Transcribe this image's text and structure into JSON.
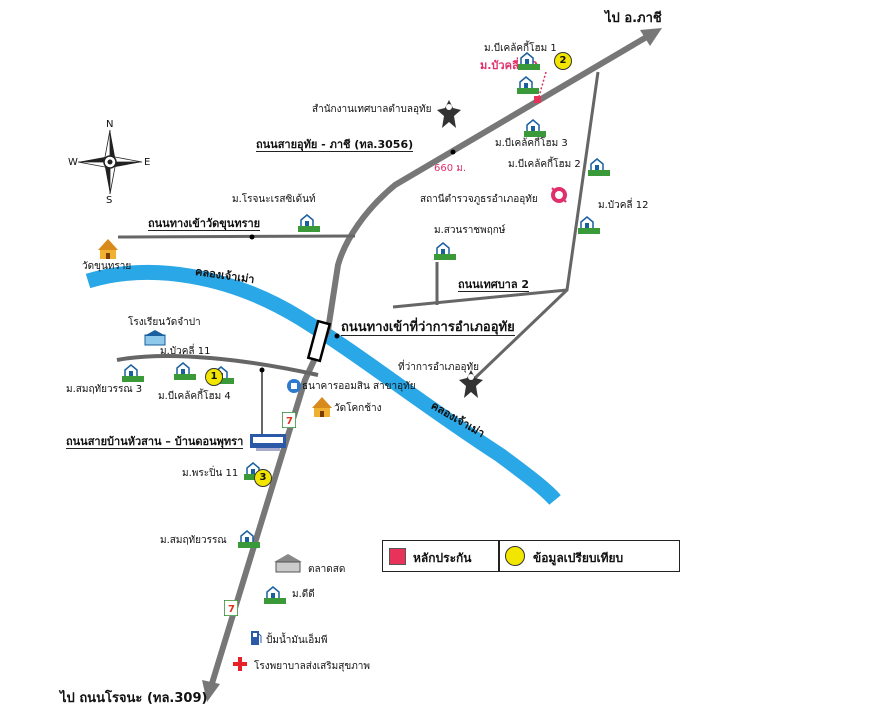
{
  "map": {
    "roads": {
      "to_phachi": "ไป อ.ภาชี",
      "to_chanon_rojana": "ไป ถนนโรจนะ (ทล.309)",
      "sai_uthai_phachi": "ถนนสายอุทัย - ภาชี (ทล.3056)",
      "wat_khun_sai": "ถนนทางเข้าวัดขุนทราย",
      "tesaban_2": "ถนนเทศบาล 2",
      "district_office_road": "ถนนทางเข้าที่ว่าการอำเภออุทัย",
      "ban_hua_san": "ถนนสายบ้านหัวสาน – บ้านดอนพุทรา"
    },
    "canal": {
      "label_left": "คลองเจ้าเม่า",
      "label_right": "คลองเจ้าเม่า"
    },
    "compass": {
      "n": "N",
      "s": "S",
      "e": "E",
      "w": "W"
    },
    "distance": "660 ม.",
    "places": {
      "b_lake_home_1": "ม.บีเคล้คกี้โฮม 1",
      "b_wat_di_10": "ม.บัวคลี่ 10",
      "tesaban_office": "สำนักงานเทศบาลตำบลอุทัย",
      "b_lake_home_3": "ม.บีเคล้คกี้โฮม 3",
      "b_lake_home_2": "ม.บีเคล้คกี้โฮม 2",
      "police": "สถานีตำรวจภูธรอำเภออุทัย",
      "b_wat_di_12": "ม.บัวคลี่ 12",
      "rojana_residence": "ม.โรจนะเรสซิเด้นท์",
      "suan_ratchaphruek": "ม.สวนราชพฤกษ์",
      "wat_khun_sai": "วัดขุนทราย",
      "school": "โรงเรียนวัดจำปา",
      "b_wat_di_11": "ม.บัวคลี่ 11",
      "samut_uthai_3": "ม.สมฤทัยวรรณ 3",
      "b_lake_home_4": "ม.บีเคล้คกี้โฮม 4",
      "gsb_bank": "ธนาคารออมสิน สาขาอุทัย",
      "wat_khok_chang": "วัดโคกช้าง",
      "district_office": "ที่ว่าการอำเภออุทัย",
      "phra_pin_11": "ม.พระปิ่น 11",
      "samut_uthai": "ม.สมฤทัยวรรณ",
      "market": "ตลาดสด",
      "dee_dee": "ม.ดีดี",
      "pt_station": "ปั้มน้ำมันเอ็มพี",
      "hospital": "โรงพยาบาลส่งเสริมสุขภาพ"
    },
    "markers": {
      "m1": "1",
      "m2": "2",
      "m3": "3"
    }
  },
  "legend": {
    "collateral": "หลักประกัน",
    "comparison": "ข้อมูลเปรียบเทียบ",
    "collateral_color": "#e8325a",
    "comparison_color": "#f2e600"
  },
  "colors": {
    "canal": "#2aa7e6",
    "road": "#777777",
    "road_thin": "#666666",
    "house_green": "#3a9a3a"
  }
}
